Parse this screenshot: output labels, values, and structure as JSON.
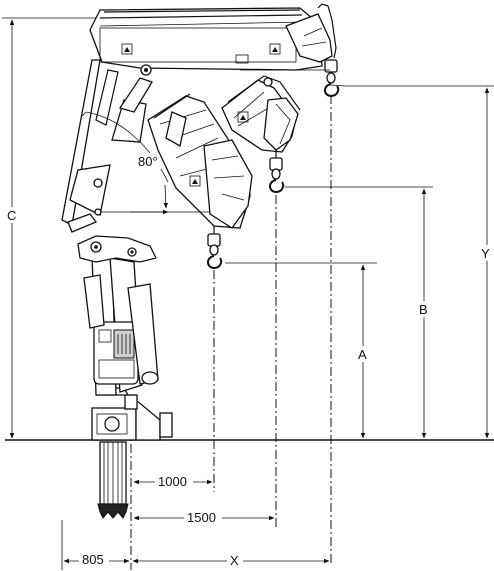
{
  "labels": {
    "angle": "80°",
    "C": "C",
    "Y": "Y",
    "B": "B",
    "A": "A",
    "X": "X"
  },
  "dimensions": {
    "d1000": "1000",
    "d1500": "1500",
    "d805": "805"
  }
}
